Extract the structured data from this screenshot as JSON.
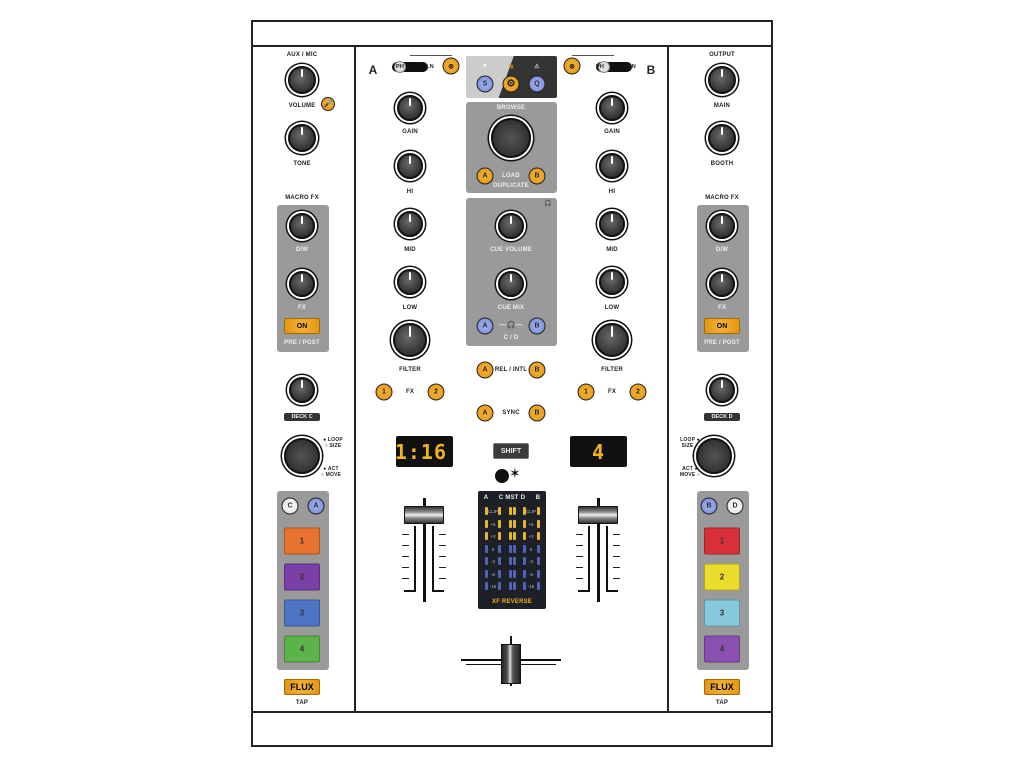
{
  "left": {
    "aux_mic": "AUX / MIC",
    "volume": "VOLUME",
    "tone": "TONE",
    "macro_fx": "MACRO FX",
    "dw": "D/W",
    "fx": "FX",
    "on": "ON",
    "pre_post": "PRE / POST",
    "deck": "DECK C",
    "loop_size": [
      "LOOP",
      "SIZE"
    ],
    "act_move": [
      "ACT",
      "MOVE"
    ],
    "deck_buttons": [
      "C",
      "A"
    ],
    "pads": [
      {
        "label": "1",
        "color": "#e8732e"
      },
      {
        "label": "2",
        "color": "#7b3fa8"
      },
      {
        "label": "3",
        "color": "#4b74c4"
      },
      {
        "label": "4",
        "color": "#5cb34a"
      }
    ],
    "flux": "FLUX",
    "tap": "TAP"
  },
  "right": {
    "output": "OUTPUT",
    "main": "MAIN",
    "booth": "BOOTH",
    "macro_fx": "MACRO FX",
    "dw": "D/W",
    "fx": "FX",
    "on": "ON",
    "pre_post": "PRE / POST",
    "deck": "DECK D",
    "loop_size": [
      "LOOP",
      "SIZE"
    ],
    "act_move": [
      "ACT",
      "MOVE"
    ],
    "deck_buttons": [
      "B",
      "D"
    ],
    "pads": [
      {
        "label": "1",
        "color": "#d8303a"
      },
      {
        "label": "2",
        "color": "#ecdc2c"
      },
      {
        "label": "3",
        "color": "#86c9dc"
      },
      {
        "label": "4",
        "color": "#8a4fb0"
      }
    ],
    "flux": "FLUX",
    "tap": "TAP"
  },
  "center": {
    "deck_a": "A",
    "deck_b": "B",
    "ph": "PH",
    "ln": "LN",
    "mode_buttons": [
      "S",
      "Q"
    ],
    "eq": {
      "gain": "GAIN",
      "hi": "HI",
      "mid": "MID",
      "low": "LOW",
      "filter": "FILTER",
      "fx": "FX",
      "fx1": "1",
      "fx2": "2"
    },
    "browse": "BROWSE",
    "load": "LOAD",
    "duplicate": "DUPLICATE",
    "a": "A",
    "b": "B",
    "cue_volume": "CUE VOLUME",
    "cue_mix": "CUE MIX",
    "cd": "C / D",
    "rel_intl": "REL / INTL",
    "sync": "SYNC",
    "shift": "SHIFT",
    "display_left": "1:16",
    "display_right": "4",
    "meter": {
      "headers": [
        "A",
        "C",
        "MST",
        "D",
        "B"
      ],
      "levels": [
        "CLIP",
        "+6",
        "+3",
        "0",
        "-3",
        "-6",
        "-15"
      ],
      "footer": "XF REVERSE"
    }
  },
  "colors": {
    "orange": "#f0a623",
    "blue": "#8a9ce0",
    "panel": "#9a9a9a"
  }
}
